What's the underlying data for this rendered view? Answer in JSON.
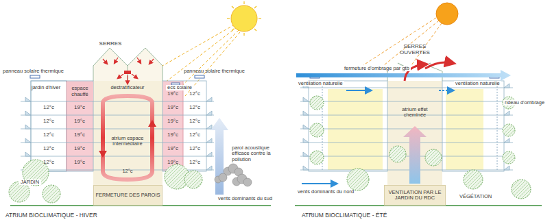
{
  "diagram": {
    "nodes": [
      {
        "text": [
          "espace chauffé"
        ]
      },
      {
        "text": [
          "atrium espace intermédiaire",
          "12°c"
        ]
      },
      {
        "text": [
          "FERMETURE DES PAROIS"
        ]
      },
      {
        "text": [
          "atrium effet cheminée"
        ]
      },
      {
        "text": [
          "VENTILATION PAR LE JARDIN DU RDC"
        ]
      }
    ],
    "labels": [
      "SERRES",
      "panneau solaire thermique",
      "jardin d'hiver",
      "destratificateur",
      "ecs solaire",
      "panneau solaire thermique",
      "12°c",
      "12°c",
      "12°c",
      "12°c",
      "12°c",
      "19°c",
      "19°c",
      "19°c",
      "19°c",
      "19°c",
      "19°c",
      "19°c",
      "19°c",
      "19°c",
      "19°c",
      "19°c",
      "12°c",
      "12°c",
      "12°c",
      "12°c",
      "12°c",
      "12°c",
      "paroi acoustique efficace contre la pollution",
      "vents dominants du sud",
      "JARDIN",
      "ATRIUM BIOCLIMATIQUE - HIVER",
      "SERRES OUVERTES",
      "fermeture d'ombrage par gtb",
      "ventilation naturelle",
      "ventilation naturelle",
      "rideau d'ombrage",
      "vents dominants du nord",
      "VÉGÉTATION",
      "ATRIUM BIOCLIMATIQUE - ÉTÉ"
    ]
  }
}
